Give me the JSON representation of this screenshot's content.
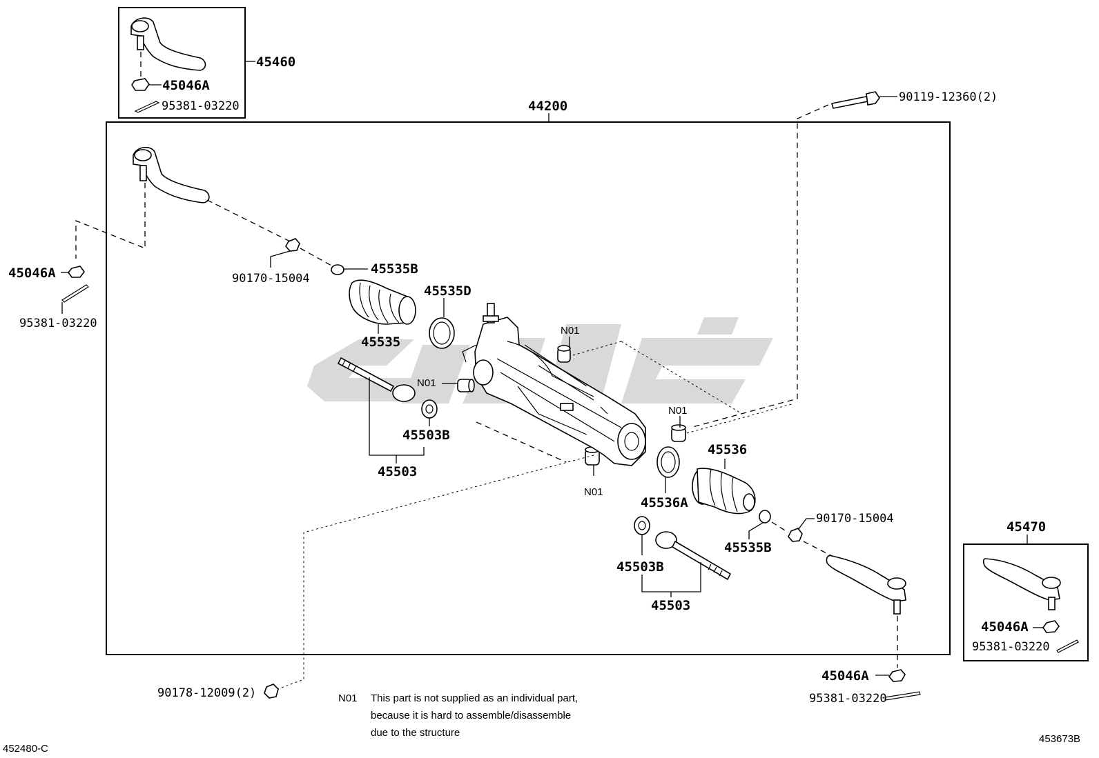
{
  "labels": {
    "l_45460": "45460",
    "l_45046A_box1": "45046A",
    "l_95381_box1": "95381-03220",
    "l_44200": "44200",
    "l_90119": "90119-12360(2)",
    "l_45046A_left": "45046A",
    "l_95381_left": "95381-03220",
    "l_90170_left": "90170-15004",
    "l_45535B_top": "45535B",
    "l_45535D": "45535D",
    "l_45535": "45535",
    "l_N01_a": "N01",
    "l_N01_b": "N01",
    "l_N01_c": "N01",
    "l_N01_d": "N01",
    "l_45503B_left": "45503B",
    "l_45503_left": "45503",
    "l_45536": "45536",
    "l_45536A": "45536A",
    "l_90170_right": "90170-15004",
    "l_45535B_bottom": "45535B",
    "l_45503B_right": "45503B",
    "l_45503_right": "45503",
    "l_45470": "45470",
    "l_45046A_box2": "45046A",
    "l_95381_box2": "95381-03220",
    "l_45046A_right": "45046A",
    "l_95381_right": "95381-03220",
    "l_90178": "90178-12009(2)",
    "l_note_code": "N01",
    "l_452480": "452480-C",
    "l_453673B": "453673B"
  },
  "note": {
    "line1": "This part is not supplied as an individual part,",
    "line2": "because it is hard to assemble/disassemble",
    "line3": "due to the structure"
  },
  "colors": {
    "line": "#000000",
    "background": "#ffffff",
    "watermark": "#d9d9d9"
  }
}
